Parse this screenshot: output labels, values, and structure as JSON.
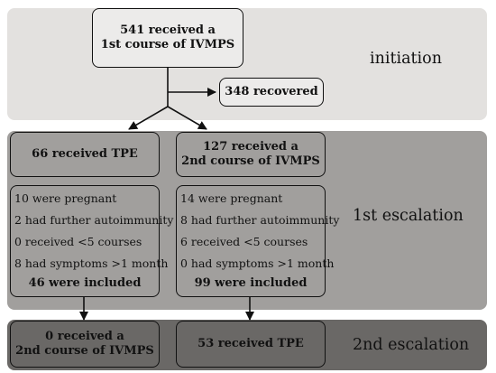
{
  "stages": {
    "initiation": "initiation",
    "first_escalation": "1st escalation",
    "second_escalation": "2nd escalation"
  },
  "boxes": {
    "start": [
      "541 received a",
      "1st course of IVMPS"
    ],
    "recovered": "348 recovered",
    "tpe": "66 received TPE",
    "second_course": [
      "127 received a",
      "2nd course of IVMPS"
    ],
    "tpe_zero": [
      "0 received a",
      "2nd course of IVMPS"
    ],
    "tpe_final": "53 received TPE"
  },
  "left_details": {
    "lines": [
      "10 were pregnant",
      "2 had further autoimmunity",
      "0 received <5 courses",
      "8 had symptoms >1 month"
    ],
    "included": "46 were included"
  },
  "right_details": {
    "lines": [
      "14 were pregnant",
      "8 had further autoimmunity",
      "6 received <5 courses",
      "0 had symptoms >1 month"
    ],
    "included": "99 were included"
  }
}
